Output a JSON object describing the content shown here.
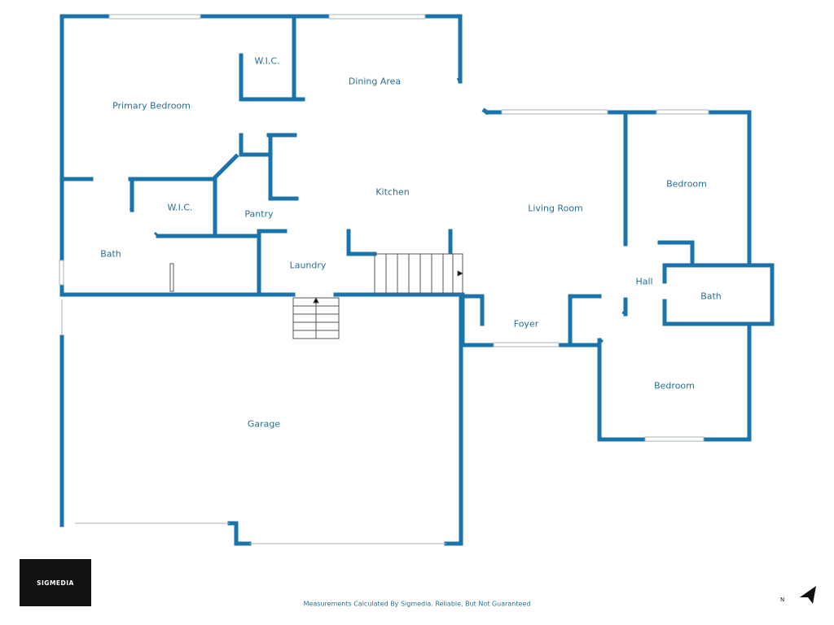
{
  "rooms": {
    "primary_bedroom": "Primary Bedroom",
    "wic_top": "W.I.C.",
    "dining_area": "Dining Area",
    "kitchen": "Kitchen",
    "living_room": "Living Room",
    "bedroom_top": "Bedroom",
    "wic_mid": "W.I.C.",
    "pantry": "Pantry",
    "bath_left": "Bath",
    "laundry": "Laundry",
    "hall": "Hall",
    "bath_right": "Bath",
    "foyer": "Foyer",
    "bedroom_bottom": "Bedroom",
    "garage": "Garage"
  },
  "branding": {
    "logo_text": "SIGMEDIA"
  },
  "footer": {
    "disclaimer": "Measurements Calculated By Sigmedia. Reliable, But Not Guaranteed"
  },
  "compass": {
    "label": "N",
    "icon": "north-arrow-icon"
  },
  "colors": {
    "wall": "#1a74ab",
    "text": "#2a6f8f",
    "window": "#a9b4ba"
  }
}
